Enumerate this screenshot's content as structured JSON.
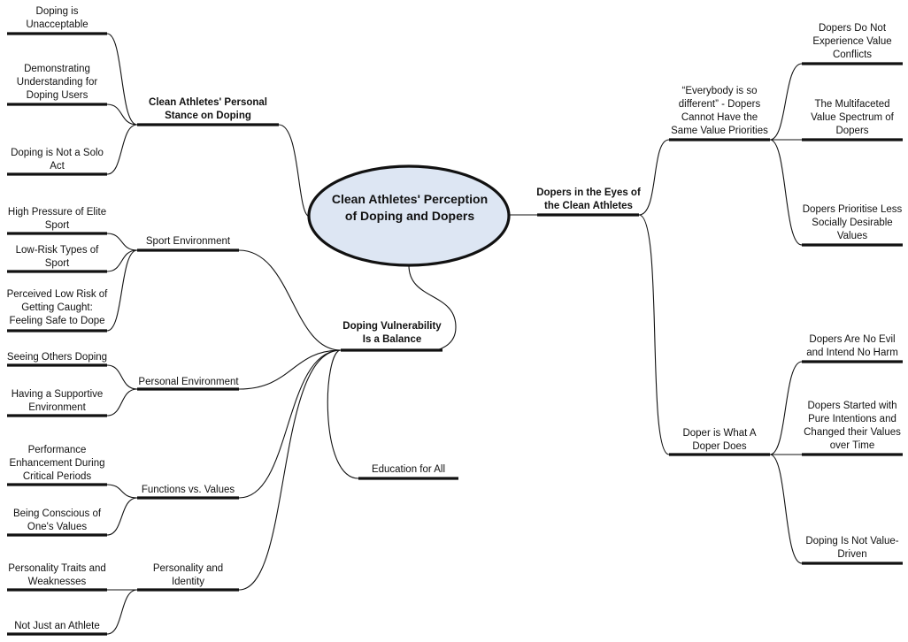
{
  "central": "Clean Athletes' Perception\nof Doping and Dopers",
  "stance": {
    "title": "Clean Athletes' Personal\nStance on Doping",
    "items": [
      "Doping is\nUnacceptable",
      "Demonstrating\nUnderstanding for\nDoping Users",
      "Doping is Not a Solo\nAct"
    ]
  },
  "vulnerability": {
    "title": "Doping Vulnerability\nIs a Balance",
    "sport_env": {
      "title": "Sport Environment",
      "items": [
        "High Pressure of Elite\nSport",
        "Low-Risk Types of\nSport",
        "Perceived Low Risk of\nGetting Caught:\nFeeling Safe to Dope"
      ]
    },
    "personal_env": {
      "title": "Personal Environment",
      "items": [
        "Seeing Others Doping",
        "Having a Supportive\nEnvironment"
      ]
    },
    "functions": {
      "title": "Functions vs. Values",
      "items": [
        "Performance\nEnhancement During\nCritical Periods",
        "Being Conscious of\nOne's Values"
      ]
    },
    "personality": {
      "title": "Personality and\nIdentity",
      "items": [
        "Personality Traits and\nWeaknesses",
        "Not Just an Athlete"
      ]
    },
    "education": "Education for All"
  },
  "dopers": {
    "title": "Dopers in the Eyes of\nthe Clean Athletes",
    "different": {
      "title": "“Everybody is so\ndifferent” - Dopers\nCannot Have the\nSame Value Priorities",
      "items": [
        "Dopers Do Not\nExperience Value\nConflicts",
        "The Multifaceted\nValue Spectrum of\nDopers",
        "Dopers Prioritise Less\nSocially Desirable\nValues"
      ]
    },
    "doper_is": {
      "title": "Doper is What A\nDoper Does",
      "items": [
        "Dopers Are No Evil\nand Intend No Harm",
        "Dopers Started with\nPure Intentions and\nChanged their Values\nover Time",
        "Doping Is Not Value-\nDriven"
      ]
    }
  }
}
